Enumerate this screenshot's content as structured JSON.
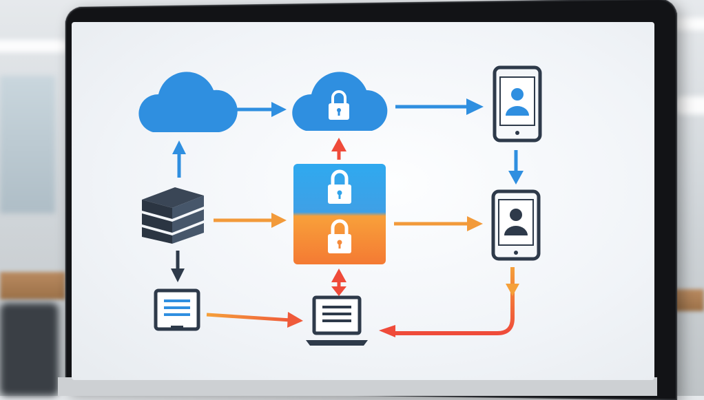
{
  "scene": {
    "description_tag": "monitor-displaying-network-security-diagram"
  },
  "diagram": {
    "nodes": [
      {
        "id": "cloud-plain",
        "icon": "cloud-icon"
      },
      {
        "id": "cloud-locked",
        "icon": "cloud-lock-icon"
      },
      {
        "id": "phone-top",
        "icon": "smartphone-user-icon"
      },
      {
        "id": "server-stack",
        "icon": "server-icon"
      },
      {
        "id": "lock-panel",
        "icon": "padlock-panel-icon"
      },
      {
        "id": "phone-middle",
        "icon": "smartphone-user-icon"
      },
      {
        "id": "tablet",
        "icon": "tablet-document-icon"
      },
      {
        "id": "laptop",
        "icon": "laptop-icon"
      }
    ],
    "colors": {
      "blue": "#2f8fe0",
      "dark": "#2e3a4a",
      "orange": "#f29a3a",
      "red": "#f05a3a",
      "panel_blue": "#2fa3ea",
      "panel_orange": "#f58a3a"
    }
  }
}
